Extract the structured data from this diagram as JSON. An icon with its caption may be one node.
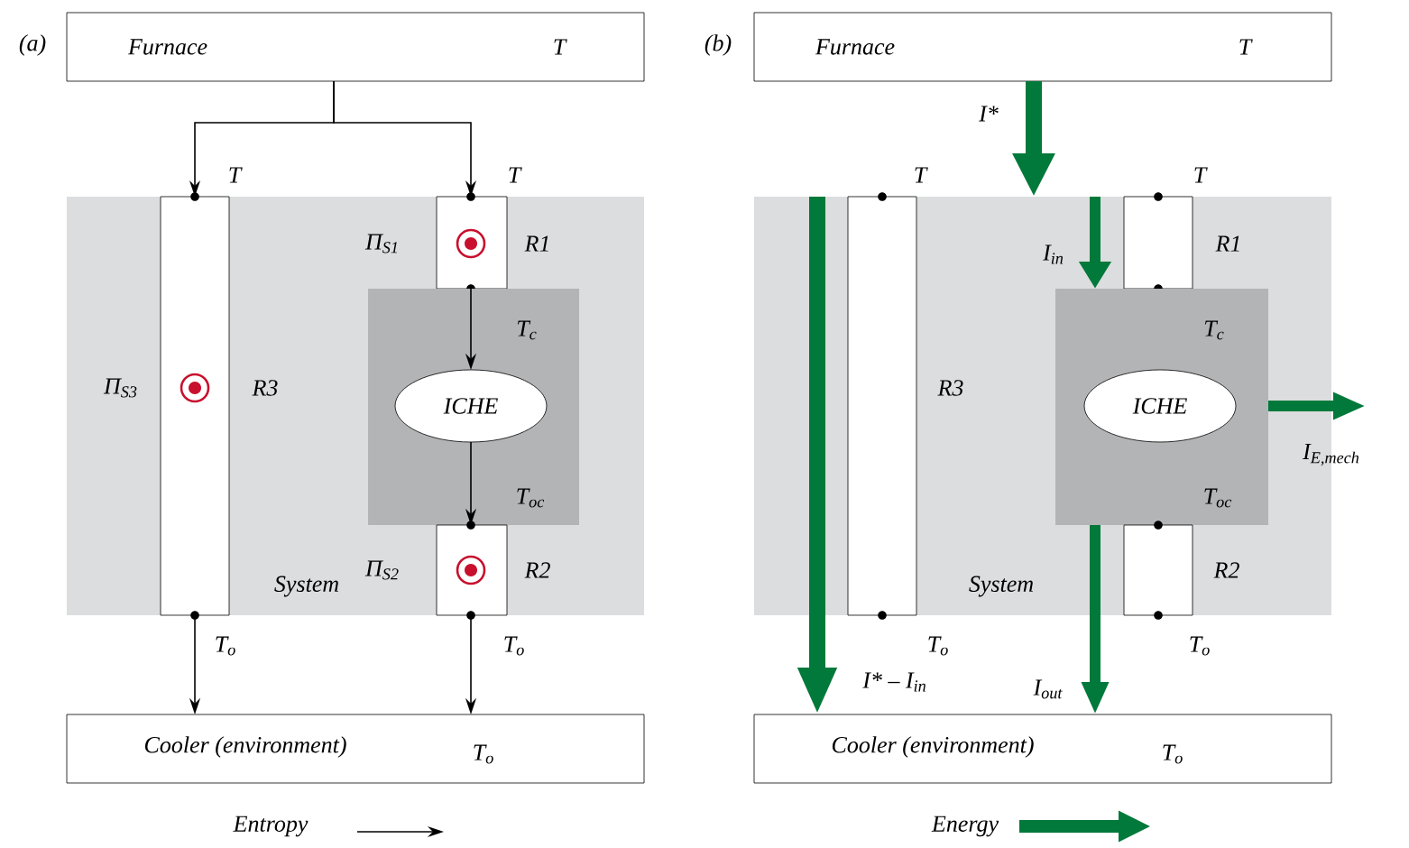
{
  "diagram": {
    "nodes": [
      {
        "text": [
          "Furnace",
          "T"
        ]
      },
      {
        "text": [
          "System"
        ]
      },
      {
        "text": [],
        "shape": "box",
        "in": 1,
        "beside": [
          "Π$_{S3}$",
          "R3",
          "T",
          "T$_{o}$"
        ]
      },
      {
        "text": [],
        "shape": "box",
        "in": 1,
        "beside": [
          "Π$_{S1}$",
          "R1",
          "T"
        ]
      },
      {
        "text": [
          "T$_{c}$",
          "T$_{oc}$"
        ],
        "in": 1
      },
      {
        "text": [
          "ICHE"
        ],
        "in": 4
      },
      {
        "text": [],
        "shape": "box",
        "in": 1,
        "beside": [
          "Π$_{S2}$",
          "R2",
          "T$_{o}$"
        ]
      },
      {
        "text": [
          "Cooler (environment)",
          "T$_{o}$"
        ]
      },
      {
        "text": [
          "Furnace",
          "T"
        ]
      },
      {
        "text": [
          "System"
        ]
      },
      {
        "text": [],
        "shape": "box",
        "in": 9,
        "beside": [
          "R3",
          "T",
          "T$_{o}$"
        ]
      },
      {
        "text": [],
        "shape": "box",
        "in": 9,
        "beside": [
          "R1",
          "T"
        ]
      },
      {
        "text": [
          "T$_{c}$",
          "T$_{oc}$"
        ],
        "in": 9
      },
      {
        "text": [
          "ICHE"
        ],
        "in": 12
      },
      {
        "text": [],
        "shape": "box",
        "in": 9,
        "beside": [
          "R2",
          "T$_{o}$"
        ]
      },
      {
        "text": [
          "Cooler (environment)",
          "T$_{o}$"
        ]
      }
    ],
    "edges": [
      {
        "from": 0,
        "to": 2,
        "arrow": "to"
      },
      {
        "from": 0,
        "to": 3,
        "arrow": "to"
      },
      {
        "from": 3,
        "to": 5,
        "arrow": "to"
      },
      {
        "from": 5,
        "to": 6,
        "arrow": "to"
      },
      {
        "from": 2,
        "to": 7,
        "arrow": "to"
      },
      {
        "from": 6,
        "to": 7,
        "arrow": "to"
      },
      {
        "from": 8,
        "to": 9,
        "arrow": "to",
        "label": "I*",
        "style": "thick",
        "color": "#00793a"
      },
      {
        "from": 9,
        "to": 12,
        "arrow": "to",
        "label": "I$_{in}$",
        "style": "thick",
        "color": "#00793a"
      },
      {
        "from": 9,
        "to": 15,
        "arrow": "to",
        "label": "I* – I$_{in}$",
        "style": "thick",
        "color": "#00793a"
      },
      {
        "from": 12,
        "to": 15,
        "arrow": "to",
        "label": "I$_{out}$",
        "style": "thick",
        "color": "#00793a"
      },
      {
        "from": 12,
        "to": null,
        "arrow": "to",
        "label": "I$_{E,mech}$",
        "style": "thick",
        "color": "#00793a"
      }
    ],
    "labels": [
      "(a)",
      "(b)"
    ],
    "legend": [
      {
        "text": "Entropy"
      },
      {
        "text": "Energy"
      }
    ]
  }
}
